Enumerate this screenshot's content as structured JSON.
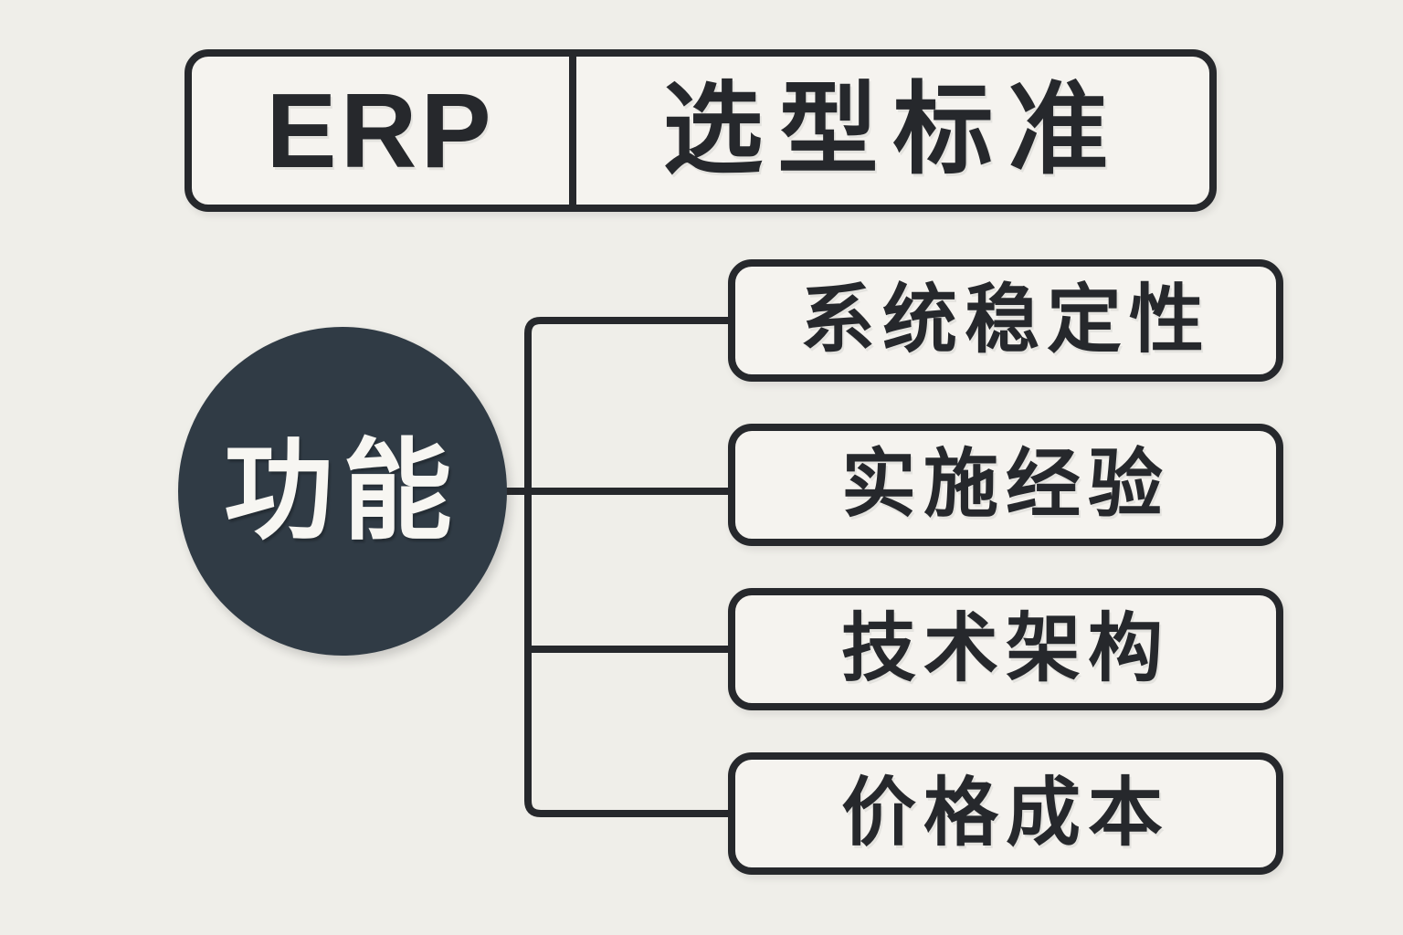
{
  "title": {
    "left_label": "ERP",
    "right_label": "选型标准"
  },
  "root_node": {
    "label": "功能"
  },
  "branches": [
    {
      "label": "系统稳定性"
    },
    {
      "label": "实施经验"
    },
    {
      "label": "技术架构"
    },
    {
      "label": "价格成本"
    }
  ],
  "colors": {
    "background": "#efeee9",
    "panel_fill": "#f5f3ef",
    "stroke": "#26282c",
    "node_fill": "#303b45",
    "node_text": "#f7f6f2"
  }
}
